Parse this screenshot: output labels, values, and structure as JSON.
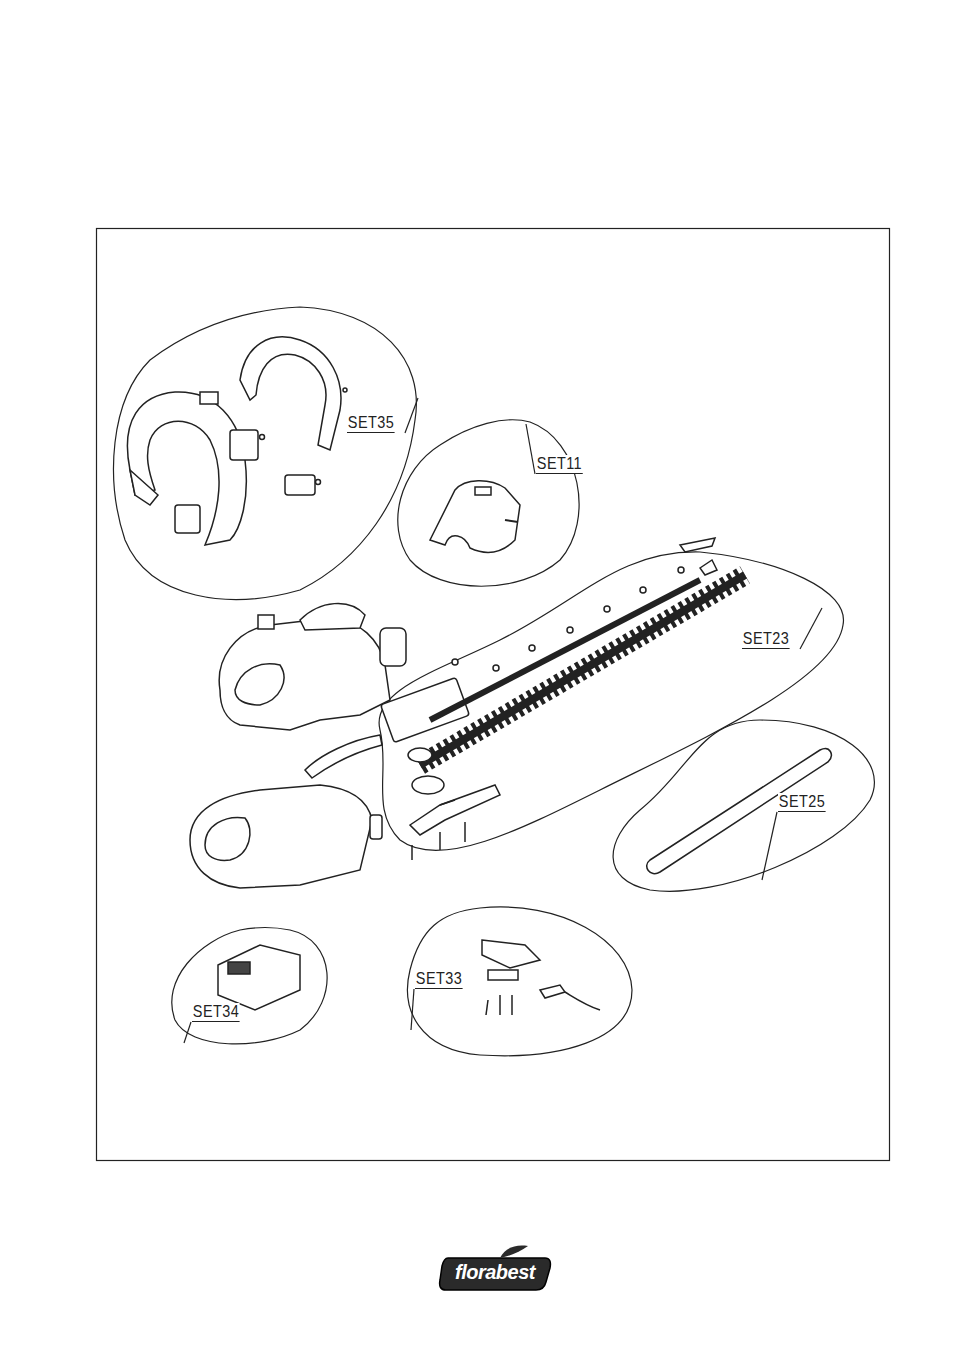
{
  "diagram": {
    "labels": [
      "SET35",
      "SET11",
      "SET23",
      "SET25",
      "SET34",
      "SET33",
      "florabest"
    ]
  }
}
